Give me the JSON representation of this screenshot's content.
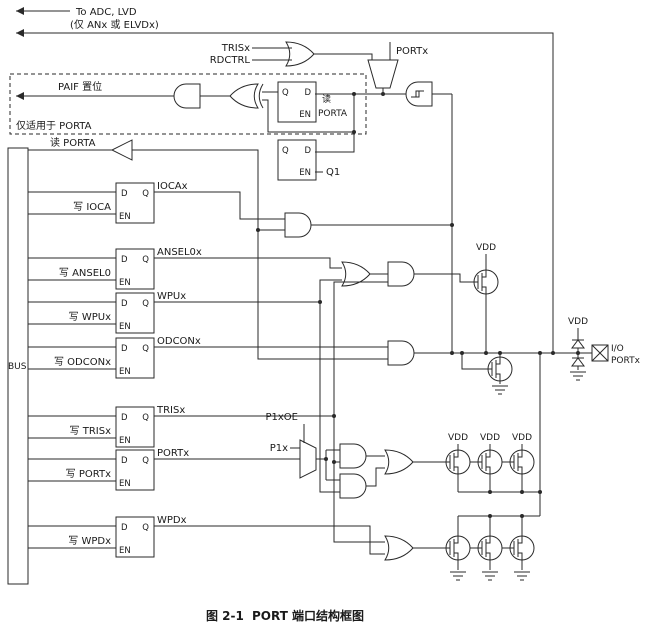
{
  "caption": {
    "fig": "图 2-1",
    "title": "PORT 端口结构框图"
  },
  "top": {
    "to_adc": "To ADC, LVD",
    "to_adc_note": "(仅 ANx 或 ELVDx)",
    "trisx": "TRISx",
    "rdctrl": "RDCTRL",
    "portx": "PORTx",
    "paif": "PAIF 置位",
    "porta_only": "仅适用于 PORTA",
    "read": "读",
    "porta": "PORTA",
    "read_porta": "读 PORTA",
    "q1": "Q1"
  },
  "bus_label": "BUS",
  "pins": {
    "d": "D",
    "q": "Q",
    "en": "EN"
  },
  "latches": [
    {
      "write": "写 IOCA",
      "out": "IOCAx"
    },
    {
      "write": "写 ANSEL0",
      "out": "ANSEL0x"
    },
    {
      "write": "写 WPUx",
      "out": "WPUx"
    },
    {
      "write": "写 ODCONx",
      "out": "ODCONx"
    },
    {
      "write": "写 TRISx",
      "out": "TRISx"
    },
    {
      "write": "写 PORTx",
      "out": "PORTx"
    },
    {
      "write": "写 WPDx",
      "out": "WPDx"
    }
  ],
  "mid": {
    "p1xoe": "P1xOE",
    "p1x": "P1x"
  },
  "vdd": "VDD",
  "io": {
    "line1": "I/O",
    "line2": "PORTx"
  }
}
